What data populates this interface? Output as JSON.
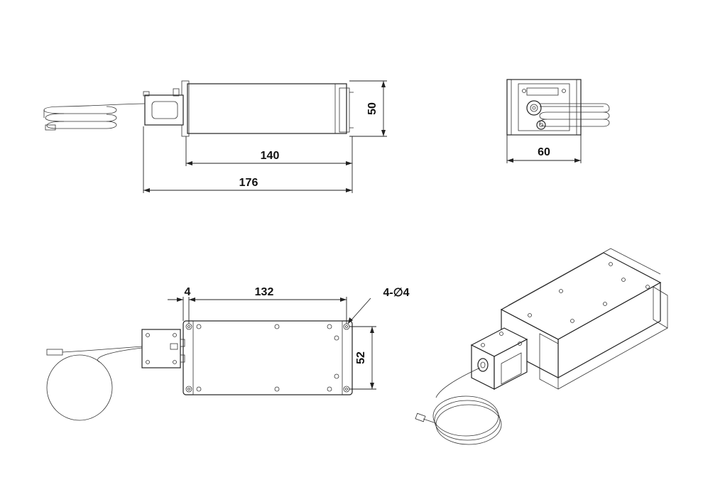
{
  "dimensions": {
    "front_height": "50",
    "front_body_length": "140",
    "front_total_length": "176",
    "side_width": "60",
    "top_flange": "4",
    "top_hole_spacing": "132",
    "top_hole_callout": "4-∅4",
    "top_height": "52"
  },
  "colors": {
    "line": "#222222",
    "background": "#ffffff"
  }
}
